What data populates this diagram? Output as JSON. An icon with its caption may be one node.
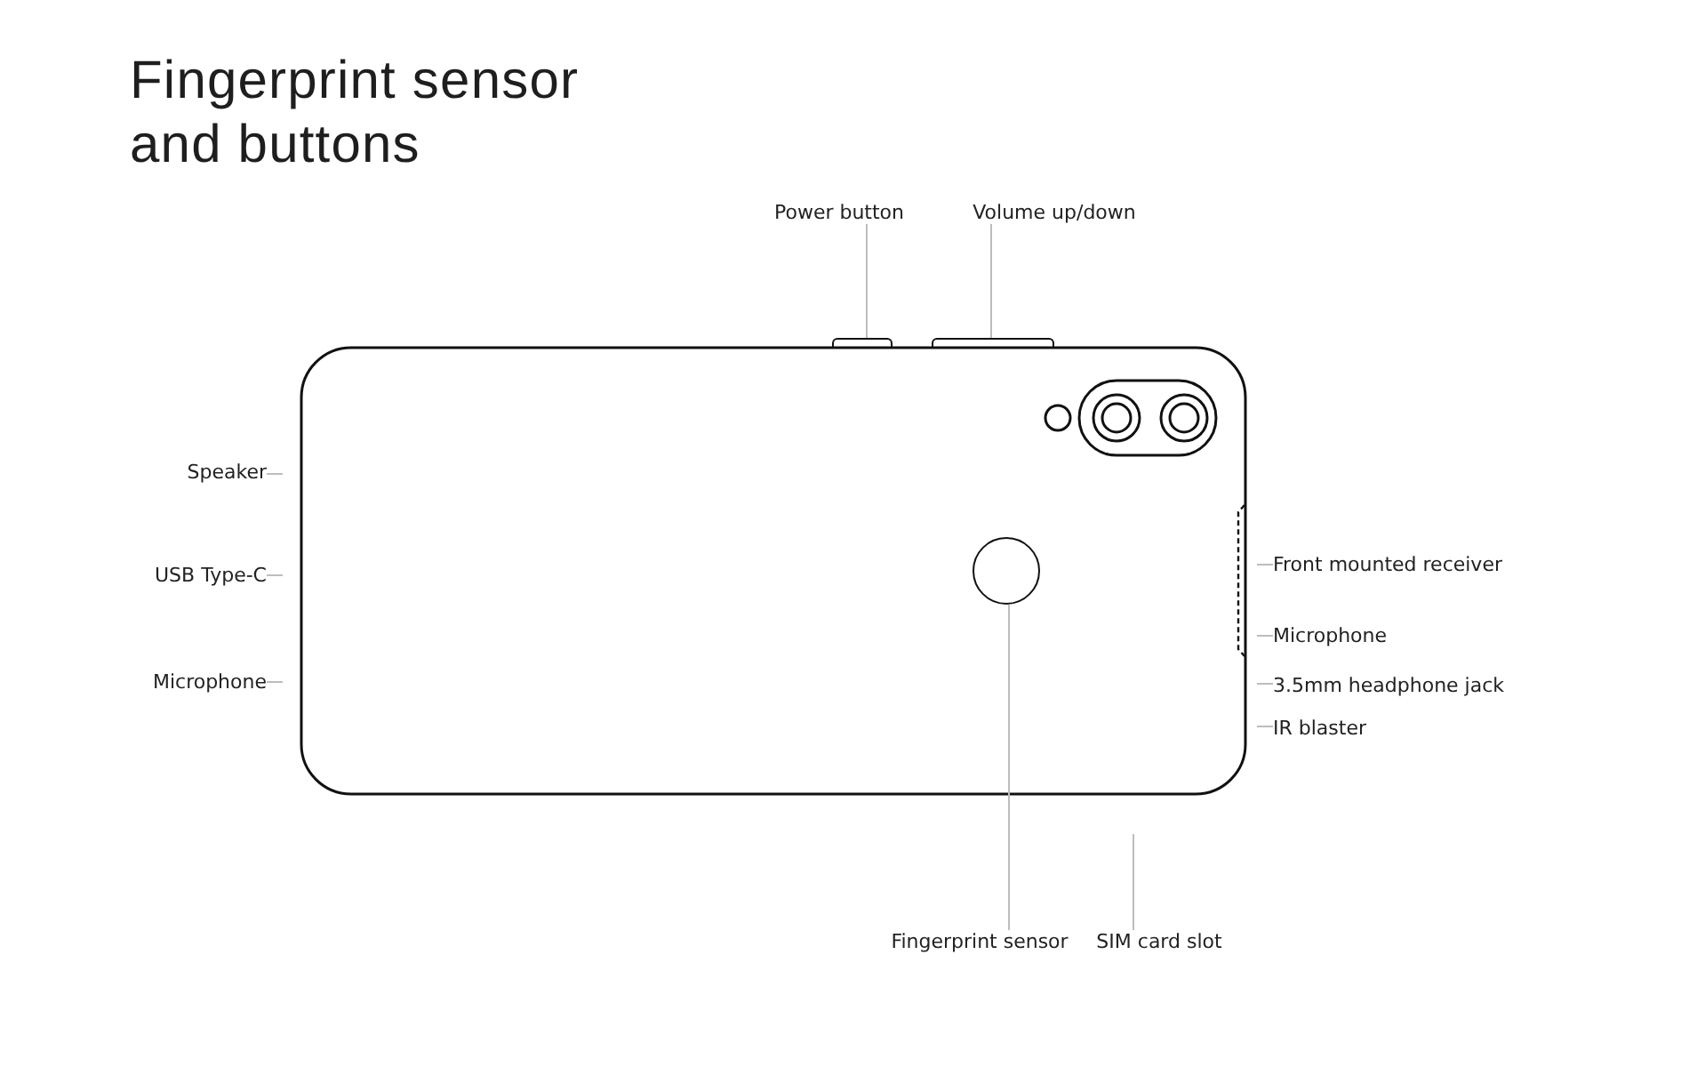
{
  "diagram": {
    "title": "Fingerprint sensor and buttons",
    "nodes": [
      {
        "text": [
          "Power button"
        ]
      },
      {
        "text": [
          "Volume up/down"
        ]
      },
      {
        "text": [
          "Speaker"
        ]
      },
      {
        "text": [
          "USB Type-C"
        ]
      },
      {
        "text": [
          "Microphone"
        ]
      },
      {
        "text": [
          "Front mounted receiver"
        ]
      },
      {
        "text": [
          "Microphone"
        ]
      },
      {
        "text": [
          "3.5mm headphone jack"
        ]
      },
      {
        "text": [
          "IR blaster"
        ]
      },
      {
        "text": [
          "Fingerprint sensor"
        ]
      },
      {
        "text": [
          "SIM card slot"
        ]
      },
      {
        "text": [],
        "shape": "bar"
      },
      {
        "text": [],
        "shape": "bar"
      },
      {
        "text": [],
        "shape": "circle"
      }
    ],
    "edges": [
      {
        "from": 0,
        "to": 11,
        "arrow": "none"
      },
      {
        "from": 1,
        "to": 12,
        "arrow": "none"
      },
      {
        "from": 2,
        "to": null,
        "arrow": "none"
      },
      {
        "from": 3,
        "to": null,
        "arrow": "none"
      },
      {
        "from": 4,
        "to": null,
        "arrow": "none"
      },
      {
        "from": 5,
        "to": null,
        "arrow": "none"
      },
      {
        "from": 6,
        "to": null,
        "arrow": "none"
      },
      {
        "from": 7,
        "to": null,
        "arrow": "none"
      },
      {
        "from": 8,
        "to": null,
        "arrow": "none"
      },
      {
        "from": 9,
        "to": 13,
        "arrow": "none"
      },
      {
        "from": 10,
        "to": null,
        "arrow": "none"
      }
    ]
  }
}
